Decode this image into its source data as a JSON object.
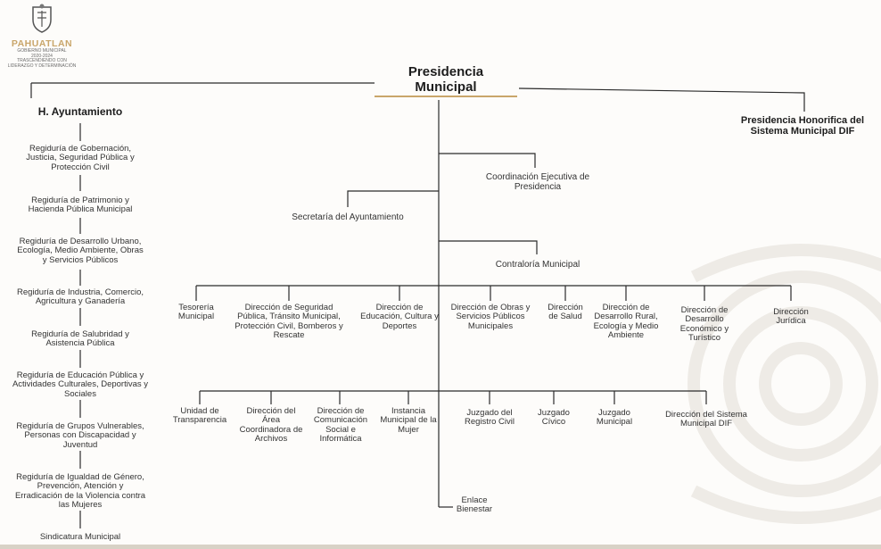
{
  "logo": {
    "name": "PAHUATLAN",
    "line1": "GOBIERNO MUNICIPAL",
    "line2": "2020-2024",
    "line3": "TRASCENDIENDO CON",
    "line4": "LIDERAZGO Y DETERMINACIÓN"
  },
  "top": {
    "presidencia": "Presidencia Municipal",
    "ayuntamiento": "H. Ayuntamiento",
    "dif": "Presidencia Honorifica del Sistema Municipal DIF"
  },
  "regidurias": [
    "Regiduría de Gobernación, Justicia, Seguridad Pública y Protección Civil",
    "Regiduría de Patrimonio y Hacienda Pública Municipal",
    "Regiduría de Desarrollo Urbano, Ecología, Medio Ambiente, Obras y Servicios Públicos",
    "Regiduría de Industria, Comercio, Agricultura y Ganadería",
    "Regiduría de Salubridad y Asistencia Pública",
    "Regiduría de Educación Pública y Actividades Culturales, Deportivas y Sociales",
    "Regiduría de Grupos Vulnerables, Personas con Discapacidad y Juventud",
    "Regiduría de Igualdad de Género, Prevención, Atención y Erradicación de la Violencia contra las Mujeres",
    "Sindicatura Municipal"
  ],
  "staff": {
    "coordinacion": "Coordinación Ejecutiva de Presidencia",
    "secretaria": "Secretaría del Ayuntamiento",
    "contraloria": "Contraloría Municipal"
  },
  "row1": [
    "Tesorería Municipal",
    "Dirección de Seguridad Pública, Tránsito Municipal, Protección Civil, Bomberos y Rescate",
    "Dirección de Educación, Cultura y Deportes",
    "Dirección de Obras y Servicios Públicos Municipales",
    "Dirección de Salud",
    "Dirección de Desarrollo Rural, Ecología y Medio Ambiente",
    "Dirección de Desarrollo Económico y Turístico",
    "Dirección Jurídica"
  ],
  "row2": [
    "Unidad de Transparencia",
    "Dirección del Área Coordinadora de Archivos",
    "Dirección de Comunicación Social e Informática",
    "Instancia Municipal de la Mujer",
    "Juzgado del Registro Civil",
    "Juzgado Cívico",
    "Juzgado Municipal",
    "Dirección del Sistema Municipal DIF"
  ],
  "enlace": "Enlace Bienestar",
  "colors": {
    "line": "#2b2b2b",
    "accent": "#c9a66b"
  }
}
